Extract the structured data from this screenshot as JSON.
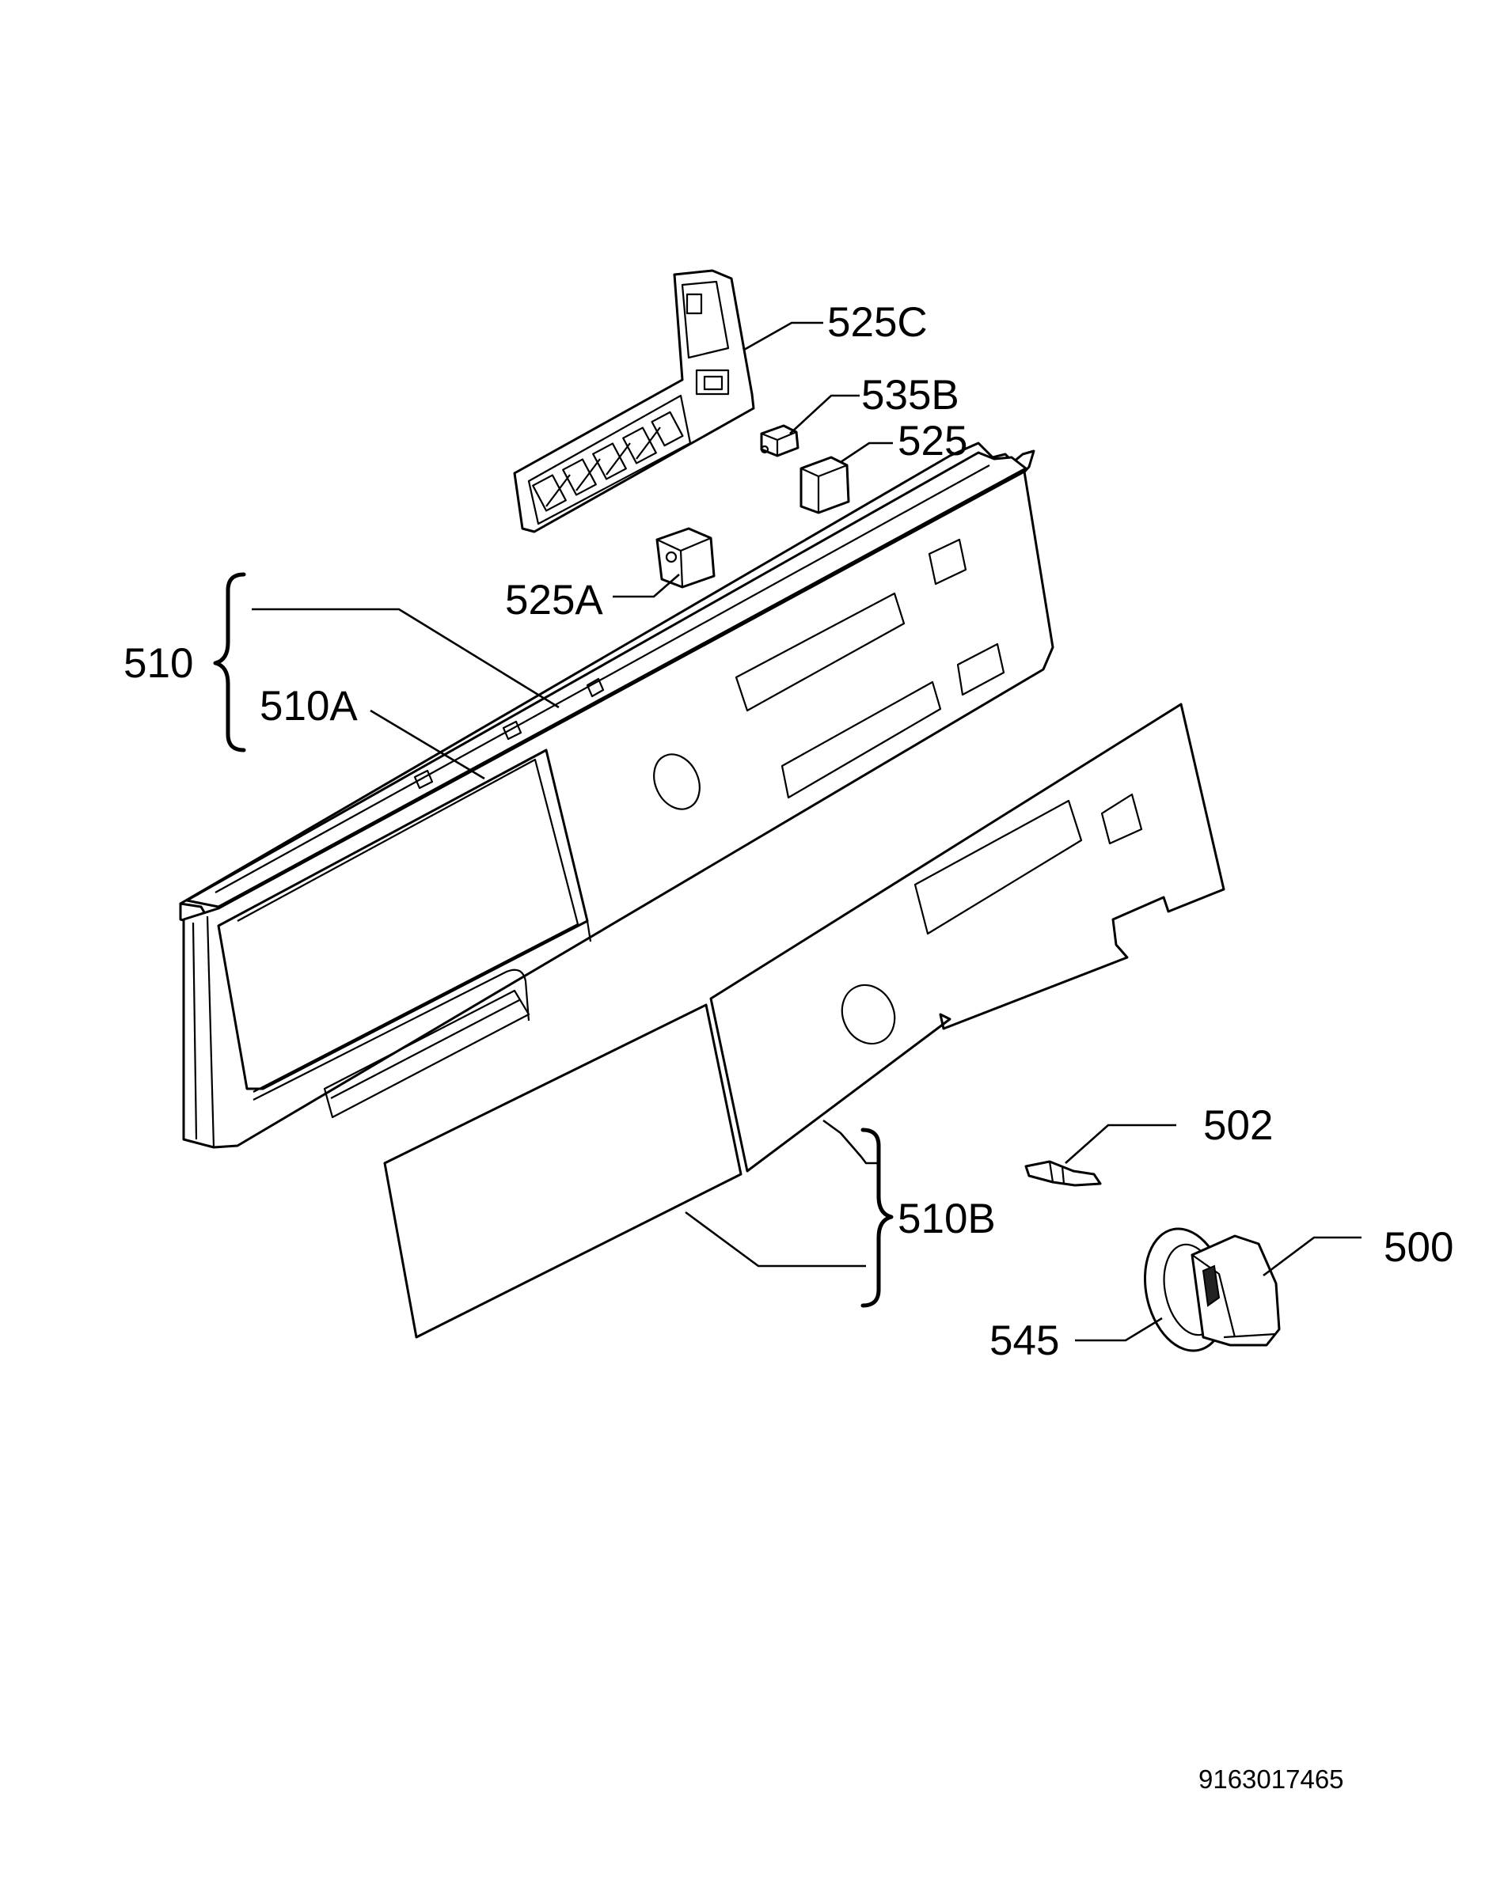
{
  "diagram": {
    "callouts": {
      "525C": "525C",
      "535B": "535B",
      "525": "525",
      "525A": "525A",
      "510": "510",
      "510A": "510A",
      "502": "502",
      "510B": "510B",
      "500": "500",
      "545": "545"
    },
    "document_number": "9163017465"
  }
}
